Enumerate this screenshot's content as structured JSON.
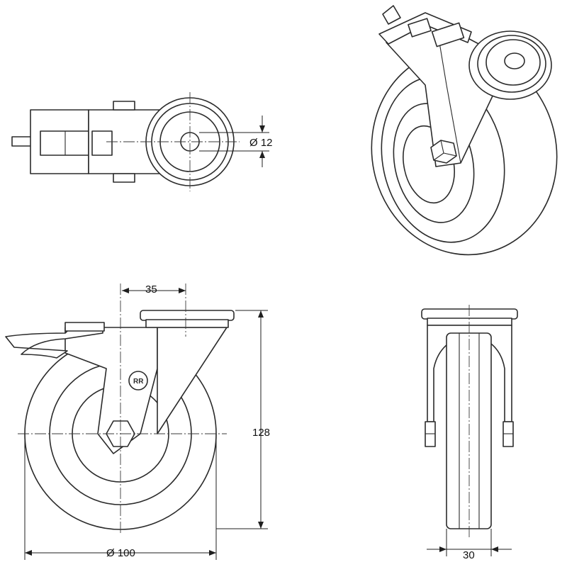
{
  "drawing": {
    "views": [
      "top-view",
      "isometric-view",
      "side-view",
      "front-view"
    ],
    "logo_text": "RR",
    "dimensions": {
      "bolt_hole_diameter": "Ø 12",
      "offset": "35",
      "overall_height": "128",
      "wheel_diameter": "Ø 100",
      "wheel_width": "30"
    }
  }
}
